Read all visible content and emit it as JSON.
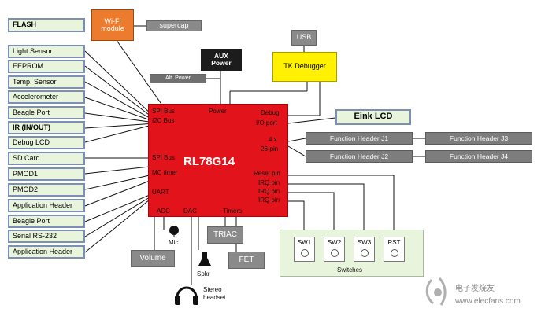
{
  "left_peripherals": {
    "flash": "FLASH",
    "light_sensor": "Light Sensor",
    "eeprom": "EEPROM",
    "temp_sensor": "Temp. Sensor",
    "accelerometer": "Accelerometer",
    "beagle_port_1": "Beagle Port",
    "ir": "IR  (IN/OUT)",
    "debug_lcd": "Debug LCD",
    "sd_card": "SD Card",
    "pmod1": "PMOD1",
    "pmod2": "PMOD2",
    "app_header_1": "Application Header",
    "beagle_port_2": "Beagle Port",
    "serial": "Serial RS-232",
    "app_header_2": "Application Header"
  },
  "top": {
    "wifi": "Wi-Fi module",
    "supercap": "supercap",
    "aux_power": "AUX Power",
    "alt_power": "Alt. Power",
    "usb": "USB",
    "tk_debugger": "TK Debugger"
  },
  "mcu": {
    "title": "RL78G14",
    "spi_bus_top": "SPI Bus",
    "i2c_bus": "I2C Bus",
    "power": "Power",
    "debug": "Debug",
    "io_port": "I/O port",
    "spi_bus_mid": "SPI Bus",
    "mc_timer": "MC timer",
    "uart": "UART",
    "four_x": "4 x",
    "pin26": "26-pin",
    "reset_pin": "Reset pin",
    "irq_pin_1": "IRQ pin",
    "irq_pin_2": "IRQ pin",
    "irq_pin_3": "IRQ pin",
    "adc": "ADC",
    "dac": "DAC",
    "timers": "Timers"
  },
  "right": {
    "eink": "Eink LCD",
    "fh_j1": "Function Header J1",
    "fh_j2": "Function Header J2",
    "fh_j3": "Function Header J3",
    "fh_j4": "Function Header J4"
  },
  "bottom": {
    "mic": "Mic",
    "volume": "Volume",
    "triac": "TRIAC",
    "fet": "FET",
    "spkr": "Spkr",
    "stereo_headset": "Stereo headset"
  },
  "switches": {
    "sw1": "SW1",
    "sw2": "SW2",
    "sw3": "SW3",
    "rst": "RST",
    "caption": "Switches"
  },
  "watermark": "电子发烧友 www.elecfans.com"
}
